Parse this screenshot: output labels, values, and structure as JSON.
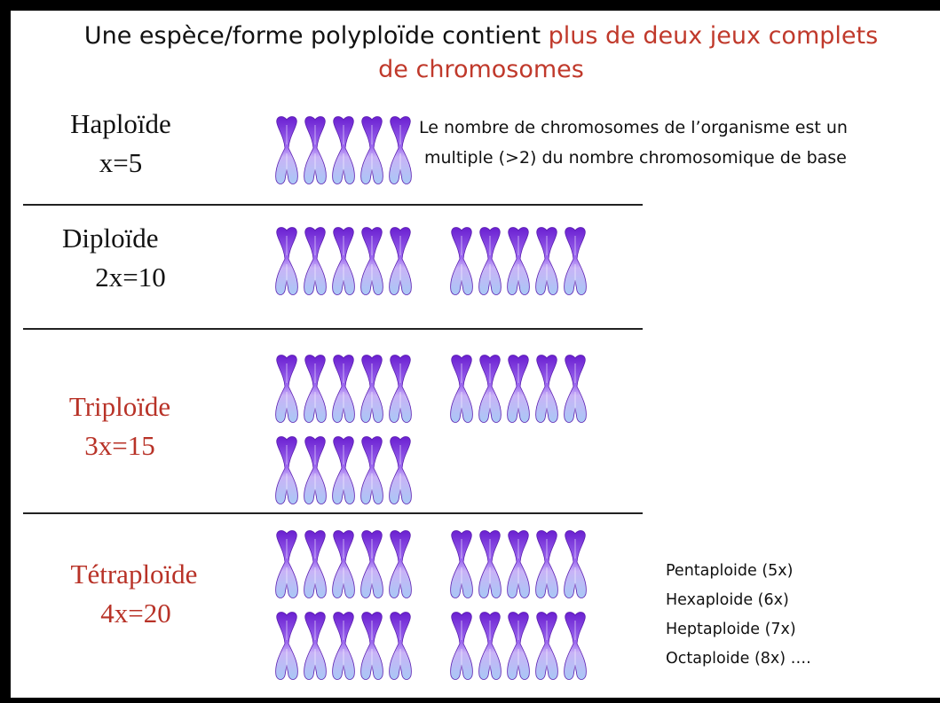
{
  "title": {
    "part1": "Une espèce/forme polyploïde contient ",
    "part2": "plus de deux jeux complets",
    "line2": "de chromosomes"
  },
  "levels": [
    {
      "name": "Haploïde",
      "formula": "x=5"
    },
    {
      "name": "Diploïde",
      "formula": "2x=10"
    },
    {
      "name": "Triploïde",
      "formula": "3x=15"
    },
    {
      "name": "Tétraploïde",
      "formula": "4x=20"
    }
  ],
  "note": {
    "line1": "Le nombre de chromosomes de l’organisme est un",
    "line2": "multiple (>2) du nombre chromosomique de base"
  },
  "higher_ploidies": [
    "Pentaploide (5x)",
    "Hexaploide (6x)",
    "Heptaploide (7x)",
    "Octaploide (8x) …."
  ],
  "colors": {
    "accent_red": "#c0392b",
    "chromosome_top": "#7b2fd6",
    "chromosome_bottom": "#a9c8f5",
    "text": "#111111"
  },
  "chromosome_groups": [
    {
      "level": "Haploïde",
      "count": 5
    },
    {
      "level": "Diploïde",
      "count": 10
    },
    {
      "level": "Triploïde",
      "count": 15
    },
    {
      "level": "Tétraploïde",
      "count": 20
    }
  ]
}
